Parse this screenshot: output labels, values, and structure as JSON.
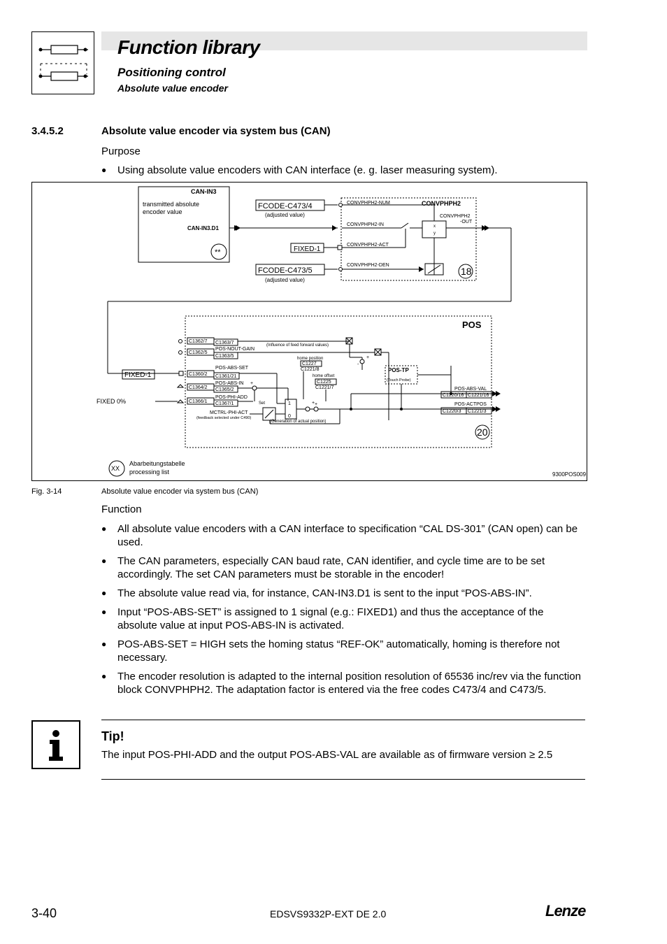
{
  "header": {
    "title": "Function library",
    "subtitle": "Positioning control",
    "subsubtitle": "Absolute value encoder"
  },
  "section": {
    "number": "3.4.5.2",
    "title": "Absolute value encoder via system bus (CAN)"
  },
  "purpose": {
    "label": "Purpose",
    "bullets": [
      "Using absolute value encoders with CAN interface (e. g. laser measuring system)."
    ]
  },
  "figure": {
    "can_block": {
      "title": "CAN-IN3",
      "desc1": "transmitted absolute",
      "desc2": "encoder value",
      "output": "CAN-IN3.D1",
      "marker": "**"
    },
    "conv_block": {
      "title": "CONVPHPH2",
      "num_input": "CONVPHPH2-NUM",
      "in_input": "CONVPHPH2-IN",
      "act_input": "CONVPHPH2-ACT",
      "den_input": "CONVPHPH2-DEN",
      "out1": "CONVPHPH2",
      "out2": "-OUT",
      "x": "x",
      "y": "y",
      "badge": "18"
    },
    "fcode1": "FCODE-C473/4",
    "fcode1_sub": "(adjusted value)",
    "fcode2": "FCODE-C473/5",
    "fcode2_sub": "(adjusted value)",
    "fixed1_top": "FIXED-1",
    "pos_block": {
      "title": "POS",
      "badge": "20",
      "c13627": "C1362/7",
      "c13637": "C1363/7",
      "c13625": "C1362/5",
      "nout_gain": "POS-NOUT-GAIN",
      "c13635": "C1363/5",
      "influence": "(Influence of feed forward values)",
      "abs_set": "POS-ABS-SET",
      "c13602": "C1360/2",
      "c136121": "C1361/21",
      "abs_in": "POS-ABS-IN",
      "c13642": "C1364/2",
      "c13652": "C1365/2",
      "phi_add": "POS-PHI-ADD",
      "c13661": "C1366/1",
      "c13671": "C1367/1",
      "mctrl": "MCTRL-PHI-ACT",
      "feedback": "(feedback selected under C490)",
      "home_pos": "home position",
      "c1227": "C1227",
      "c12218": "C1221/8",
      "home_offset": "home offset",
      "c1225": "C1225",
      "c12217": "C1221/7",
      "set": "Set",
      "gen": "(Generation of actual position)",
      "pos_tp": "POS-TP",
      "touch": "(Touch Probe)",
      "abs_val": "POS-ABS-VAL",
      "c122016": "C1220/16",
      "c122116": "C1221/16",
      "actpos": "POS-ACTPOS",
      "c12203": "C1220/3",
      "c12213": "C1221/3",
      "one": "1",
      "zero": "0"
    },
    "fixed1_left": "FIXED-1",
    "fixed0": "FIXED 0%",
    "legend_xx": "XX",
    "legend1": "Abarbeitungstabelle",
    "legend2": "processing list",
    "code": "9300POS009"
  },
  "caption": {
    "number": "Fig. 3-14",
    "text": "Absolute value encoder via system bus (CAN)"
  },
  "function": {
    "label": "Function",
    "bullets": [
      "All absolute value encoders with a CAN interface to specification “CAL DS-301” (CAN open) can be used.",
      "The CAN parameters, especially CAN baud rate, CAN identifier, and cycle time are to be set accordingly. The set CAN parameters must be storable in the encoder!",
      "The absolute value read via, for instance, CAN-IN3.D1 is sent to the input “POS-ABS-IN”.",
      "Input “POS-ABS-SET” is assigned to 1 signal (e.g.: FIXED1) and thus the acceptance of the absolute value at input POS-ABS-IN is activated.",
      "POS-ABS-SET = HIGH sets the homing status “REF-OK” automatically, homing is therefore not necessary.",
      "The encoder resolution is adapted to the internal position resolution of 65536 inc/rev via the function block CONVPHPH2. The adaptation factor is entered via the free codes C473/4 and C473/5."
    ]
  },
  "tip": {
    "title": "Tip!",
    "text": "The input POS-PHI-ADD and the output POS-ABS-VAL are available as of firmware version ≥ 2.5"
  },
  "footer": {
    "page": "3-40",
    "doc": "EDSVS9332P-EXT DE 2.0",
    "brand": "Lenze"
  }
}
